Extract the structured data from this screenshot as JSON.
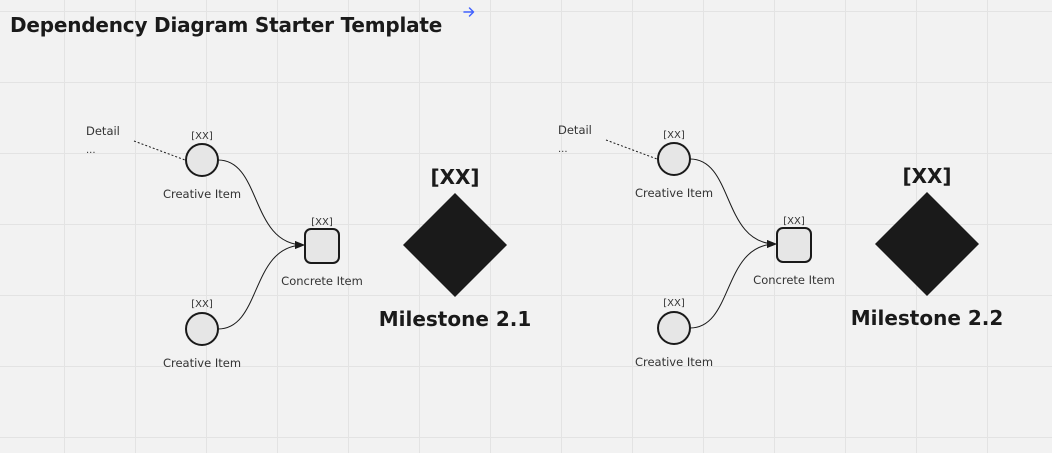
{
  "board": {
    "title": "Dependency Diagram Starter Template",
    "nav_icon": "arrow-right-icon"
  },
  "edge_fragment": "l",
  "groups": [
    {
      "detail": {
        "label": "Detail",
        "ellipsis": "..."
      },
      "creative_top": {
        "code": "[XX]",
        "label": "Creative Item"
      },
      "creative_bottom": {
        "code": "[XX]",
        "label": "Creative Item"
      },
      "concrete": {
        "code": "[XX]",
        "label": "Concrete Item"
      },
      "milestone": {
        "code": "[XX]",
        "name": "Milestone 2.1"
      }
    },
    {
      "detail": {
        "label": "Detail",
        "ellipsis": "..."
      },
      "creative_top": {
        "code": "[XX]",
        "label": "Creative Item"
      },
      "creative_bottom": {
        "code": "[XX]",
        "label": "Creative Item"
      },
      "concrete": {
        "code": "[XX]",
        "label": "Concrete Item"
      },
      "milestone": {
        "code": "[XX]",
        "name": "Milestone 2.2"
      }
    }
  ],
  "colors": {
    "grid_line": "#e3e3e3",
    "background": "#f2f2f2",
    "node_fill": "#e6e6e6",
    "node_stroke": "#1a1a1a",
    "milestone_fill": "#1a1a1a",
    "nav_icon_color": "#4262ff"
  }
}
